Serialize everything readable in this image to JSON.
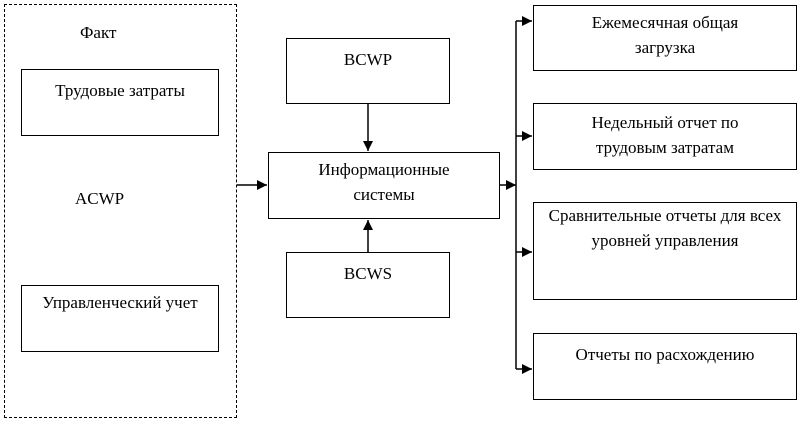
{
  "fact_group": {
    "title": "Факт",
    "acwp": "ACWP",
    "labor_costs": "Трудовые затраты",
    "management_accounting": "Управленческий учет"
  },
  "center": {
    "bcwp": "BCWP",
    "info_systems": "Информационные системы",
    "bcws": "BCWS"
  },
  "outputs": [
    "Ежемесячная общая загрузка",
    "Недельный отчет по трудовым затратам",
    "Сравнительные отчеты для всех уровней управления",
    "Отчеты по расхождению"
  ],
  "colors": {
    "stroke": "#000000",
    "background": "#ffffff"
  }
}
